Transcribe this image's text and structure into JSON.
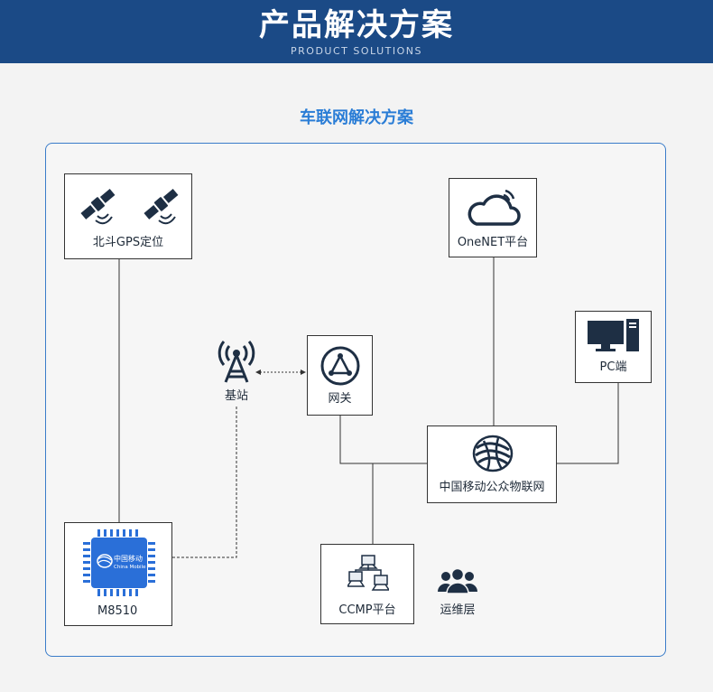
{
  "header": {
    "title": "产品解决方案",
    "subtitle": "PRODUCT SOLUTIONS"
  },
  "section_title": "车联网解决方案",
  "nodes": {
    "gps": {
      "label": "北斗GPS定位"
    },
    "onenet": {
      "label": "OneNET平台"
    },
    "pc": {
      "label": "PC端"
    },
    "base_station": {
      "label": "基站"
    },
    "gateway": {
      "label": "网关"
    },
    "cmcc_iot": {
      "label": "中国移动公众物联网"
    },
    "module": {
      "label": "M8510",
      "chip_text_cn": "中国移动",
      "chip_text_en": "China Mobile"
    },
    "ccmp": {
      "label": "CCMP平台"
    },
    "ops": {
      "label": "运维层"
    }
  },
  "colors": {
    "header_bg": "#1b4a86",
    "accent": "#2a7dd6",
    "icon_dark": "#1e2f44",
    "chip_blue": "#2a6fd8"
  }
}
